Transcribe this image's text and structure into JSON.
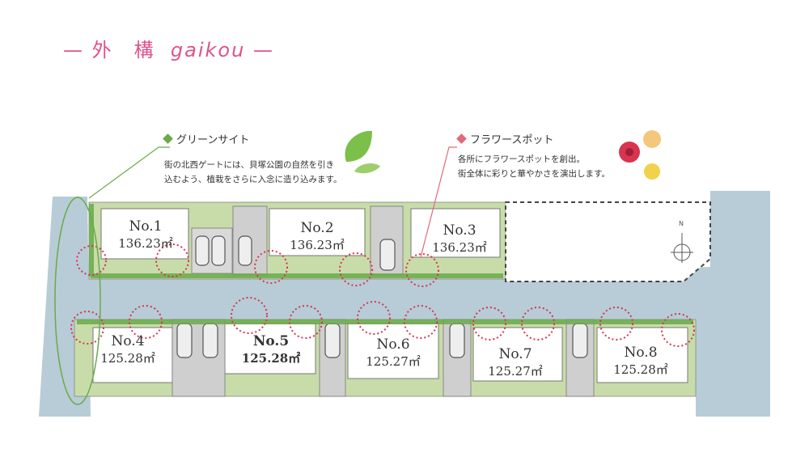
{
  "header": {
    "title_jp": "— 外　構",
    "title_en": "gaikou —",
    "accent": "#e0528a"
  },
  "callouts": {
    "green": {
      "title": "グリーンサイト",
      "lines": [
        "街の北西ゲートには、貝塚公園の自然を引き",
        "込むよう、植栽をさらに入念に造り込みます。"
      ],
      "color": "#6aaa4a"
    },
    "flower": {
      "title": "フラワースポット",
      "lines": [
        "各所にフラワースポットを創出。",
        "街全体に彩りと華やかさを演出します。"
      ],
      "color": "#e06a7a"
    }
  },
  "compass": {
    "label": "N"
  },
  "lots": [
    {
      "no": "No.1",
      "area": "136.23㎡"
    },
    {
      "no": "No.2",
      "area": "136.23㎡"
    },
    {
      "no": "No.3",
      "area": "136.23㎡"
    },
    {
      "no": "No.4",
      "area": "125.28㎡"
    },
    {
      "no": "No.5",
      "area": "125.28㎡"
    },
    {
      "no": "No.6",
      "area": "125.27㎡"
    },
    {
      "no": "No.7",
      "area": "125.27㎡"
    },
    {
      "no": "No.8",
      "area": "125.28㎡"
    }
  ],
  "colors": {
    "road": "#b7ccd6",
    "lawn": "#c8dcaa",
    "house": "#ffffff",
    "path": "#c9b89a"
  }
}
